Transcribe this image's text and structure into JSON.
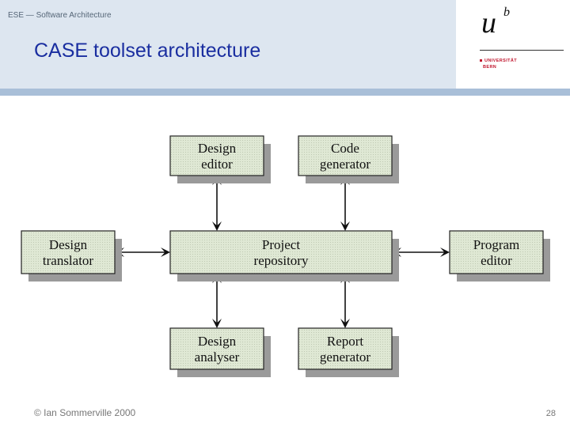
{
  "header": {
    "course": "ESE — Software Architecture",
    "title": "CASE toolset architecture"
  },
  "logo": {
    "u": "u",
    "b": "b",
    "line1": "UNIVERSITÄT",
    "line2": "BERN"
  },
  "diagram": {
    "nodes": [
      {
        "id": "design-editor",
        "lines": [
          "Design",
          "editor"
        ]
      },
      {
        "id": "code-generator",
        "lines": [
          "Code",
          "generator"
        ]
      },
      {
        "id": "design-translator",
        "lines": [
          "Design",
          "translator"
        ]
      },
      {
        "id": "project-repository",
        "lines": [
          "Project",
          "repository"
        ]
      },
      {
        "id": "program-editor",
        "lines": [
          "Program",
          "editor"
        ]
      },
      {
        "id": "design-analyser",
        "lines": [
          "Design",
          "analyser"
        ]
      },
      {
        "id": "report-generator",
        "lines": [
          "Report",
          "generator"
        ]
      }
    ],
    "edges": [
      {
        "from": "design-editor",
        "to": "project-repository"
      },
      {
        "from": "code-generator",
        "to": "project-repository"
      },
      {
        "from": "design-translator",
        "to": "project-repository"
      },
      {
        "from": "project-repository",
        "to": "program-editor"
      },
      {
        "from": "project-repository",
        "to": "design-analyser"
      },
      {
        "from": "project-repository",
        "to": "report-generator"
      }
    ],
    "colors": {
      "box_fill": "#dfe8d4",
      "box_stroke": "#222222",
      "shadow": "#9a9a9a"
    }
  },
  "footer": {
    "copyright": "© Ian Sommerville 2000",
    "page": "28"
  }
}
